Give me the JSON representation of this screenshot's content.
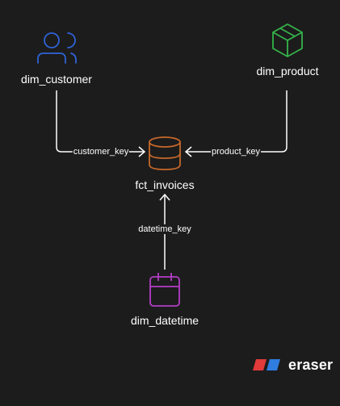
{
  "nodes": {
    "customer": {
      "label": "dim_customer",
      "icon": "user-icon",
      "color": "#2f63d6"
    },
    "product": {
      "label": "dim_product",
      "icon": "box-icon",
      "color": "#35b34a"
    },
    "invoices": {
      "label": "fct_invoices",
      "icon": "database-icon",
      "color": "#c6682a"
    },
    "datetime": {
      "label": "dim_datetime",
      "icon": "calendar-icon",
      "color": "#b43dc6"
    }
  },
  "edges": {
    "customer_key": "customer_key",
    "product_key": "product_key",
    "datetime_key": "datetime_key"
  },
  "branding": {
    "logo_text": "eraser",
    "logo_colors": [
      "#e23a3a",
      "#2f7de1"
    ]
  },
  "colors": {
    "background": "#1c1c1c",
    "line": "#ffffff"
  }
}
